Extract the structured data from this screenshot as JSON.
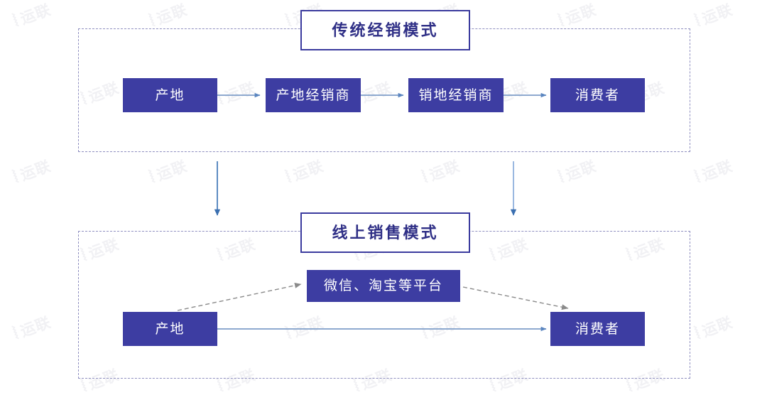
{
  "diagram": {
    "title_top": "传统经销模式",
    "title_bottom": "线上销售模式",
    "sections": [
      {
        "id": "traditional",
        "label": "传统经销模式",
        "nodes": [
          {
            "id": "origin-top",
            "label": "产地"
          },
          {
            "id": "origin-dealer",
            "label": "产地经销商"
          },
          {
            "id": "sales-dealer",
            "label": "销地经销商"
          },
          {
            "id": "consumer-top",
            "label": "消费者"
          }
        ],
        "flow": "产地 → 产地经销商 → 销地经销商 → 消费者"
      },
      {
        "id": "online",
        "label": "线上销售模式",
        "nodes": [
          {
            "id": "platform",
            "label": "微信、淘宝等平台"
          },
          {
            "id": "origin-bottom",
            "label": "产地"
          },
          {
            "id": "consumer-bottom",
            "label": "消费者"
          }
        ],
        "flow": "产地 → 微信、淘宝等平台 → 消费者 ; 产地 → 消费者"
      }
    ],
    "connectors": [
      {
        "name": "arrow-origin-to-origin-dealer",
        "style": "solid",
        "color": "#7e9dc8"
      },
      {
        "name": "arrow-origin-dealer-to-sales-dealer",
        "style": "solid",
        "color": "#7e9dc8"
      },
      {
        "name": "arrow-sales-dealer-to-consumer",
        "style": "solid",
        "color": "#7e9dc8"
      },
      {
        "name": "arrow-traditional-to-online-left",
        "style": "solid",
        "color": "#4a7ebb"
      },
      {
        "name": "arrow-traditional-to-online-right",
        "style": "solid",
        "color": "#8fb0dc"
      },
      {
        "name": "arrow-origin-to-platform",
        "style": "dashed",
        "color": "#8a8a8a"
      },
      {
        "name": "arrow-platform-to-consumer",
        "style": "dashed",
        "color": "#8a8a8a"
      },
      {
        "name": "arrow-origin-to-consumer",
        "style": "solid",
        "color": "#7e9dc8"
      }
    ],
    "colors": {
      "node_fill": "#3d3da2",
      "node_text": "#ffffff",
      "title_border": "#3b3b9e",
      "title_text": "#2f2f86",
      "group_border": "#8f8fc0",
      "arrow_light_blue": "#7e9dc8",
      "arrow_blue": "#4a7ebb",
      "arrow_dashed_gray": "#8a8a8a",
      "background": "#ffffff"
    }
  },
  "watermark": {
    "text": "运联",
    "mark": "))"
  }
}
